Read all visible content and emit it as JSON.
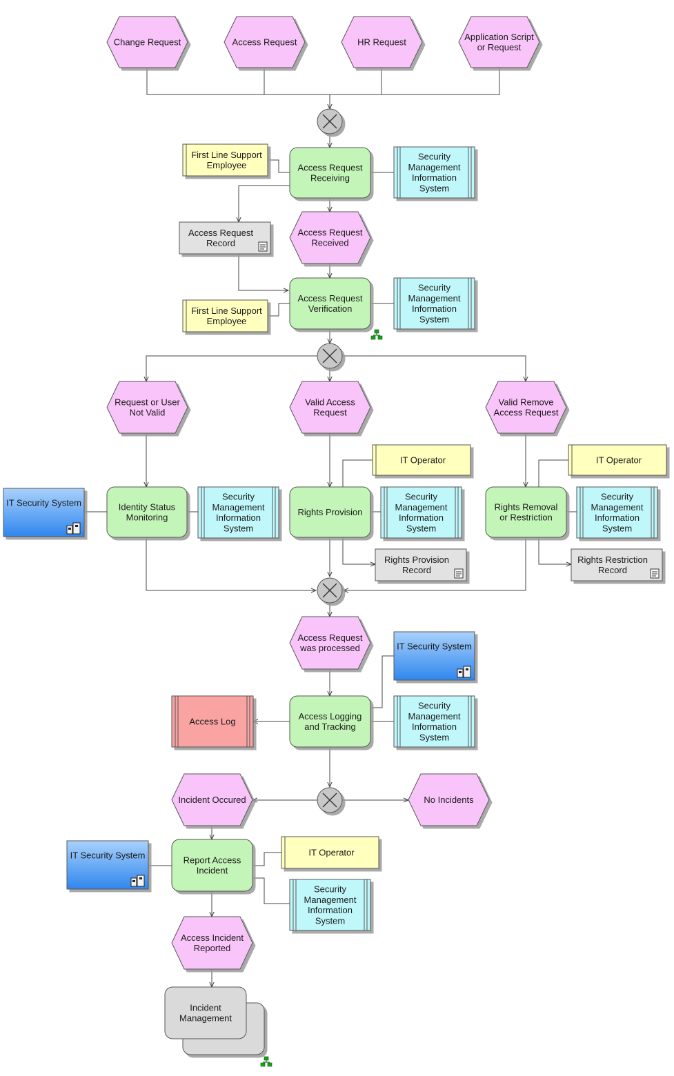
{
  "colors": {
    "event": "#f9c4f9",
    "function": "#c4f5b8",
    "role": "#ffffbe",
    "system": "#bff7fa",
    "it_system": "#5aa6f4",
    "document": "#e2e2e2",
    "log": "#f9a3a3",
    "process": "#dadada",
    "connector": "#c8c8c8"
  },
  "nodes": {
    "ev_change": {
      "type": "event",
      "lines": [
        "Change Request"
      ]
    },
    "ev_access": {
      "type": "event",
      "lines": [
        "Access Request"
      ]
    },
    "ev_hr": {
      "type": "event",
      "lines": [
        "HR Request"
      ]
    },
    "ev_appscript": {
      "type": "event",
      "lines": [
        "Application Script",
        "or Request"
      ]
    },
    "fn_receiving": {
      "type": "function",
      "lines": [
        "Access Request",
        "Receiving"
      ]
    },
    "role_fls1": {
      "type": "role",
      "lines": [
        "First Line Support",
        "Employee"
      ]
    },
    "sys_smis1": {
      "type": "system",
      "lines": [
        "Security",
        "Management",
        "Information",
        "System"
      ]
    },
    "doc_record": {
      "type": "document",
      "lines": [
        "Access Request",
        "Record"
      ]
    },
    "ev_received": {
      "type": "event",
      "lines": [
        "Access Request",
        "Received"
      ]
    },
    "fn_verification": {
      "type": "function",
      "lines": [
        "Access Request",
        "Verification"
      ]
    },
    "role_fls2": {
      "type": "role",
      "lines": [
        "First Line Support",
        "Employee"
      ]
    },
    "sys_smis2": {
      "type": "system",
      "lines": [
        "Security",
        "Management",
        "Information",
        "System"
      ]
    },
    "ev_notvalid": {
      "type": "event",
      "lines": [
        "Request or User",
        "Not Valid"
      ]
    },
    "ev_valid": {
      "type": "event",
      "lines": [
        "Valid Access",
        "Request"
      ]
    },
    "ev_remove": {
      "type": "event",
      "lines": [
        "Valid Remove",
        "Access Request"
      ]
    },
    "it_sys1": {
      "type": "it_system",
      "lines": [
        "IT Security System"
      ]
    },
    "fn_identity": {
      "type": "function",
      "lines": [
        "Identity Status",
        "Monitoring"
      ]
    },
    "sys_smis3": {
      "type": "system",
      "lines": [
        "Security",
        "Management",
        "Information",
        "System"
      ]
    },
    "role_itop1": {
      "type": "role",
      "lines": [
        "IT Operator"
      ]
    },
    "fn_provision": {
      "type": "function",
      "lines": [
        "Rights Provision"
      ]
    },
    "sys_smis4": {
      "type": "system",
      "lines": [
        "Security",
        "Management",
        "Information",
        "System"
      ]
    },
    "doc_provision": {
      "type": "document",
      "lines": [
        "Rights Provision",
        "Record"
      ]
    },
    "role_itop2": {
      "type": "role",
      "lines": [
        "IT Operator"
      ]
    },
    "fn_removal": {
      "type": "function",
      "lines": [
        "Rights Removal",
        "or Restriction"
      ]
    },
    "sys_smis5": {
      "type": "system",
      "lines": [
        "Security",
        "Management",
        "Information",
        "System"
      ]
    },
    "doc_restriction": {
      "type": "document",
      "lines": [
        "Rights Restriction",
        "Record"
      ]
    },
    "ev_processed": {
      "type": "event",
      "lines": [
        "Access Request",
        "was processed"
      ]
    },
    "it_sys2": {
      "type": "it_system",
      "lines": [
        "IT Security System"
      ]
    },
    "fn_logging": {
      "type": "function",
      "lines": [
        "Access Logging",
        "and Tracking"
      ]
    },
    "sys_smis6": {
      "type": "system",
      "lines": [
        "Security",
        "Management",
        "Information",
        "System"
      ]
    },
    "log_access": {
      "type": "log",
      "lines": [
        "Access Log"
      ]
    },
    "ev_incident": {
      "type": "event",
      "lines": [
        "Incident Occured"
      ]
    },
    "ev_noinc": {
      "type": "event",
      "lines": [
        "No Incidents"
      ]
    },
    "it_sys3": {
      "type": "it_system",
      "lines": [
        "IT Security System"
      ]
    },
    "fn_report": {
      "type": "function",
      "lines": [
        "Report Access",
        "Incident"
      ]
    },
    "role_itop3": {
      "type": "role",
      "lines": [
        "IT Operator"
      ]
    },
    "sys_smis7": {
      "type": "system",
      "lines": [
        "Security",
        "Management",
        "Information",
        "System"
      ]
    },
    "ev_reported": {
      "type": "event",
      "lines": [
        "Access Incident",
        "Reported"
      ]
    },
    "proc_incident": {
      "type": "process",
      "lines": [
        "Incident",
        "Management"
      ]
    }
  },
  "connectors": [
    "xor_merge_requests",
    "xor_split_verification",
    "xor_merge_processing",
    "xor_split_incident"
  ]
}
